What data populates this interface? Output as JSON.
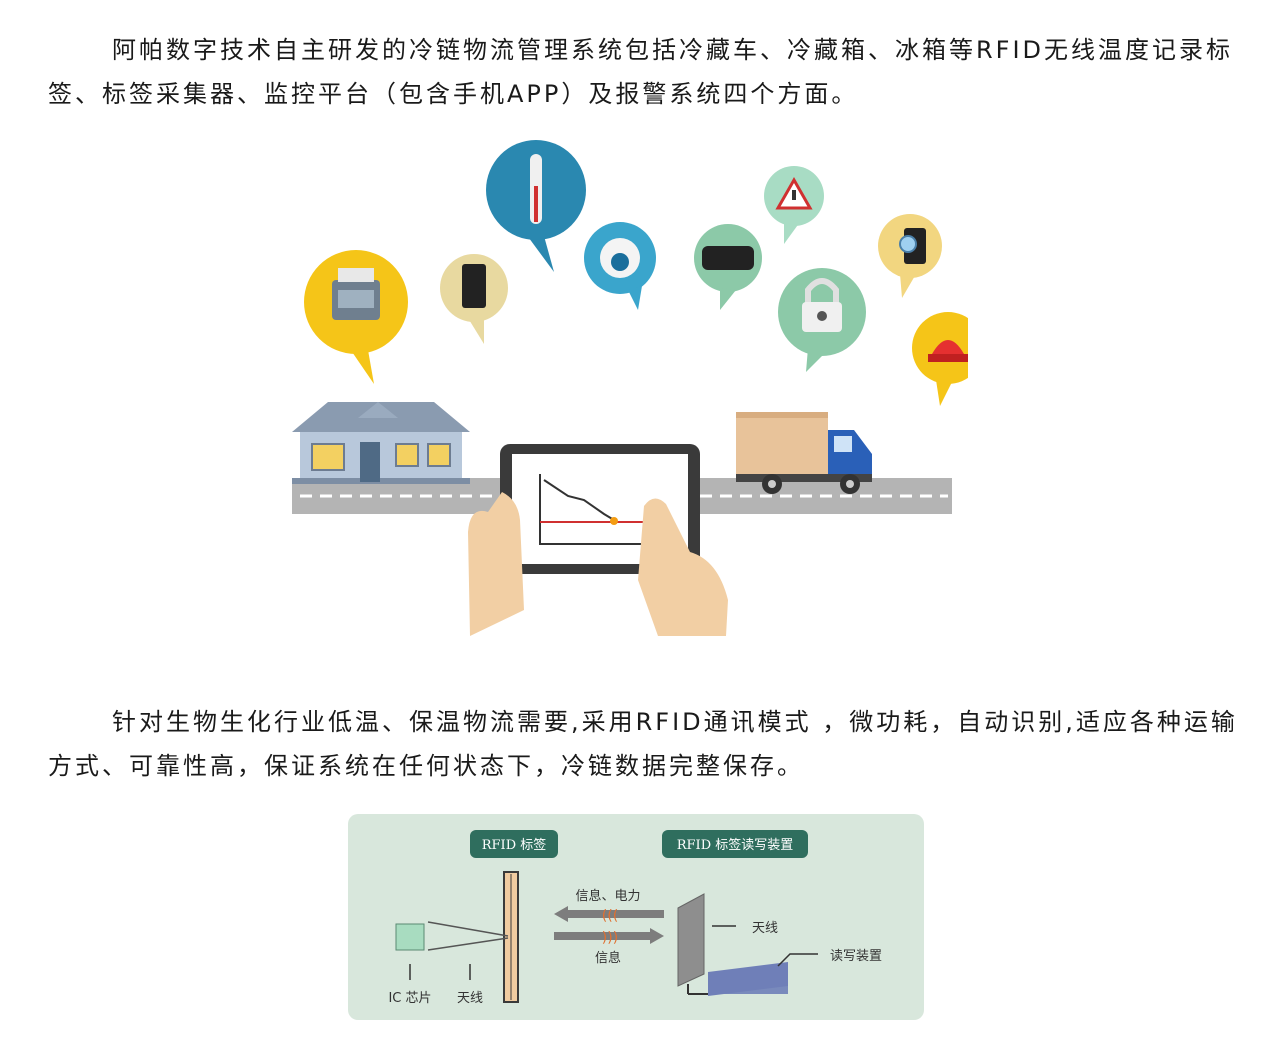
{
  "intro": {
    "paragraph": "阿帕数字技术自主研发的冷链物流管理系统包括冷藏车、冷藏箱、冰箱等RFID无线温度记录标签、标签采集器、监控平台（包含手机APP）及报警系统四个方面。"
  },
  "features": {
    "paragraph": "针对生物生化行业低温、保温物流需要,采用RFID通讯模式 ，微功耗，自动识别,适应各种运输方式、可靠性高，保证系统在任何状态下，冷链数据完整保存。"
  },
  "scene_icons": [
    {
      "name": "printer-icon",
      "color": "#f5c518"
    },
    {
      "name": "tag-device-icon",
      "color": "#e8d9a0"
    },
    {
      "name": "thermometer-icon",
      "color": "#2a88b0"
    },
    {
      "name": "camera-icon",
      "color": "#3aa5cc"
    },
    {
      "name": "gateway-icon",
      "color": "#8cc9a8"
    },
    {
      "name": "warning-icon",
      "color": "#a8dcc4"
    },
    {
      "name": "lock-icon",
      "color": "#8cc9a8"
    },
    {
      "name": "phone-search-icon",
      "color": "#f2d680"
    },
    {
      "name": "alarm-light-icon",
      "color": "#f5c518"
    }
  ],
  "diagram": {
    "badge_tag": "RFID 标签",
    "badge_reader": "RFID 标签读写装置",
    "label_info_power": "信息、电力",
    "label_info": "信息",
    "label_antenna_reader": "天线",
    "label_reader_device": "读写装置",
    "label_ic_chip": "IC 芯片",
    "label_antenna_tag": "天线",
    "colors": {
      "background": "#d8e7dc",
      "badge": "#2f6e5e",
      "chip": "#a8dcc0",
      "reader": "#6f7fb8"
    }
  }
}
